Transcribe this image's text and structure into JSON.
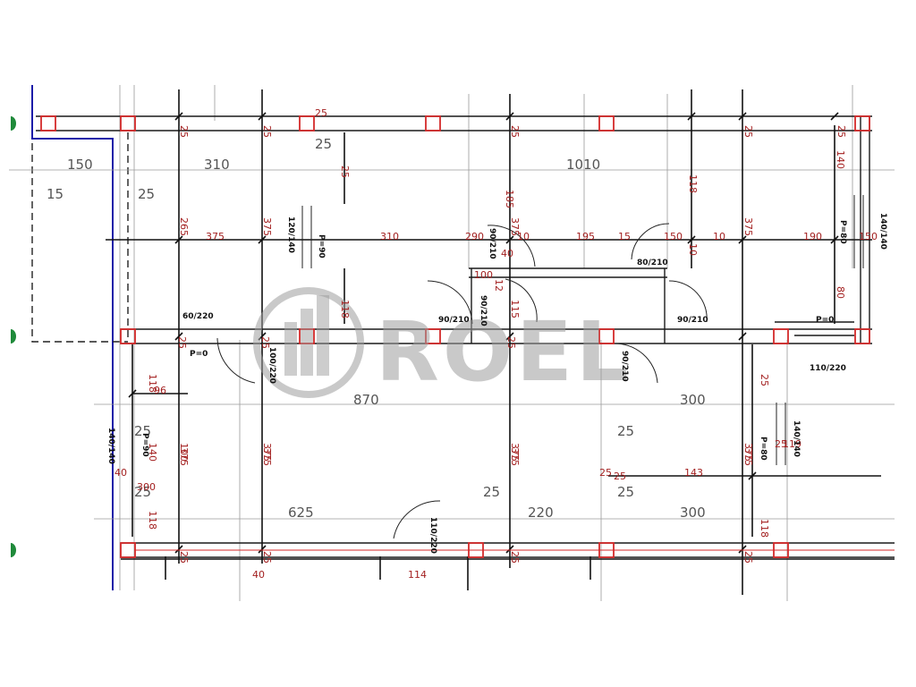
{
  "watermark": {
    "text": "ROEL"
  },
  "gray_dims": [
    "150",
    "310",
    "1010",
    "15",
    "25",
    "25",
    "870",
    "300",
    "25",
    "25",
    "625",
    "25",
    "220",
    "300",
    "25",
    "25"
  ],
  "red_dims": [
    "25",
    "25",
    "25",
    "25",
    "25",
    "25",
    "25",
    "140",
    "118",
    "185",
    "265",
    "375",
    "375",
    "375",
    "375",
    "310",
    "290",
    "10",
    "195",
    "15",
    "150",
    "10",
    "190",
    "150",
    "40",
    "100",
    "12",
    "10",
    "80",
    "118",
    "115",
    "100",
    "375",
    "375",
    "375",
    "25",
    "25",
    "25",
    "25",
    "118",
    "96",
    "140",
    "118",
    "375",
    "375",
    "375",
    "375",
    "40",
    "25",
    "25",
    "25",
    "25",
    "25",
    "25",
    "118",
    "143",
    "300",
    "25",
    "40",
    "114",
    "119",
    "140"
  ],
  "door_labels": [
    "120/140",
    "P=90",
    "90/210",
    "80/210",
    "P=80",
    "140/140",
    "60/220",
    "P=0",
    "100/220",
    "90/210",
    "90/210",
    "90/210",
    "90/210",
    "P=0",
    "110/220",
    "140/140",
    "P=90",
    "P=80",
    "140/140",
    "110/220"
  ],
  "colors": {
    "red": "#d42a2a",
    "blue": "#1c1ca8",
    "line": "#1a1a1a",
    "dim_text": "#a32020",
    "gray_text": "#555555",
    "green": "#1f8a3a"
  }
}
